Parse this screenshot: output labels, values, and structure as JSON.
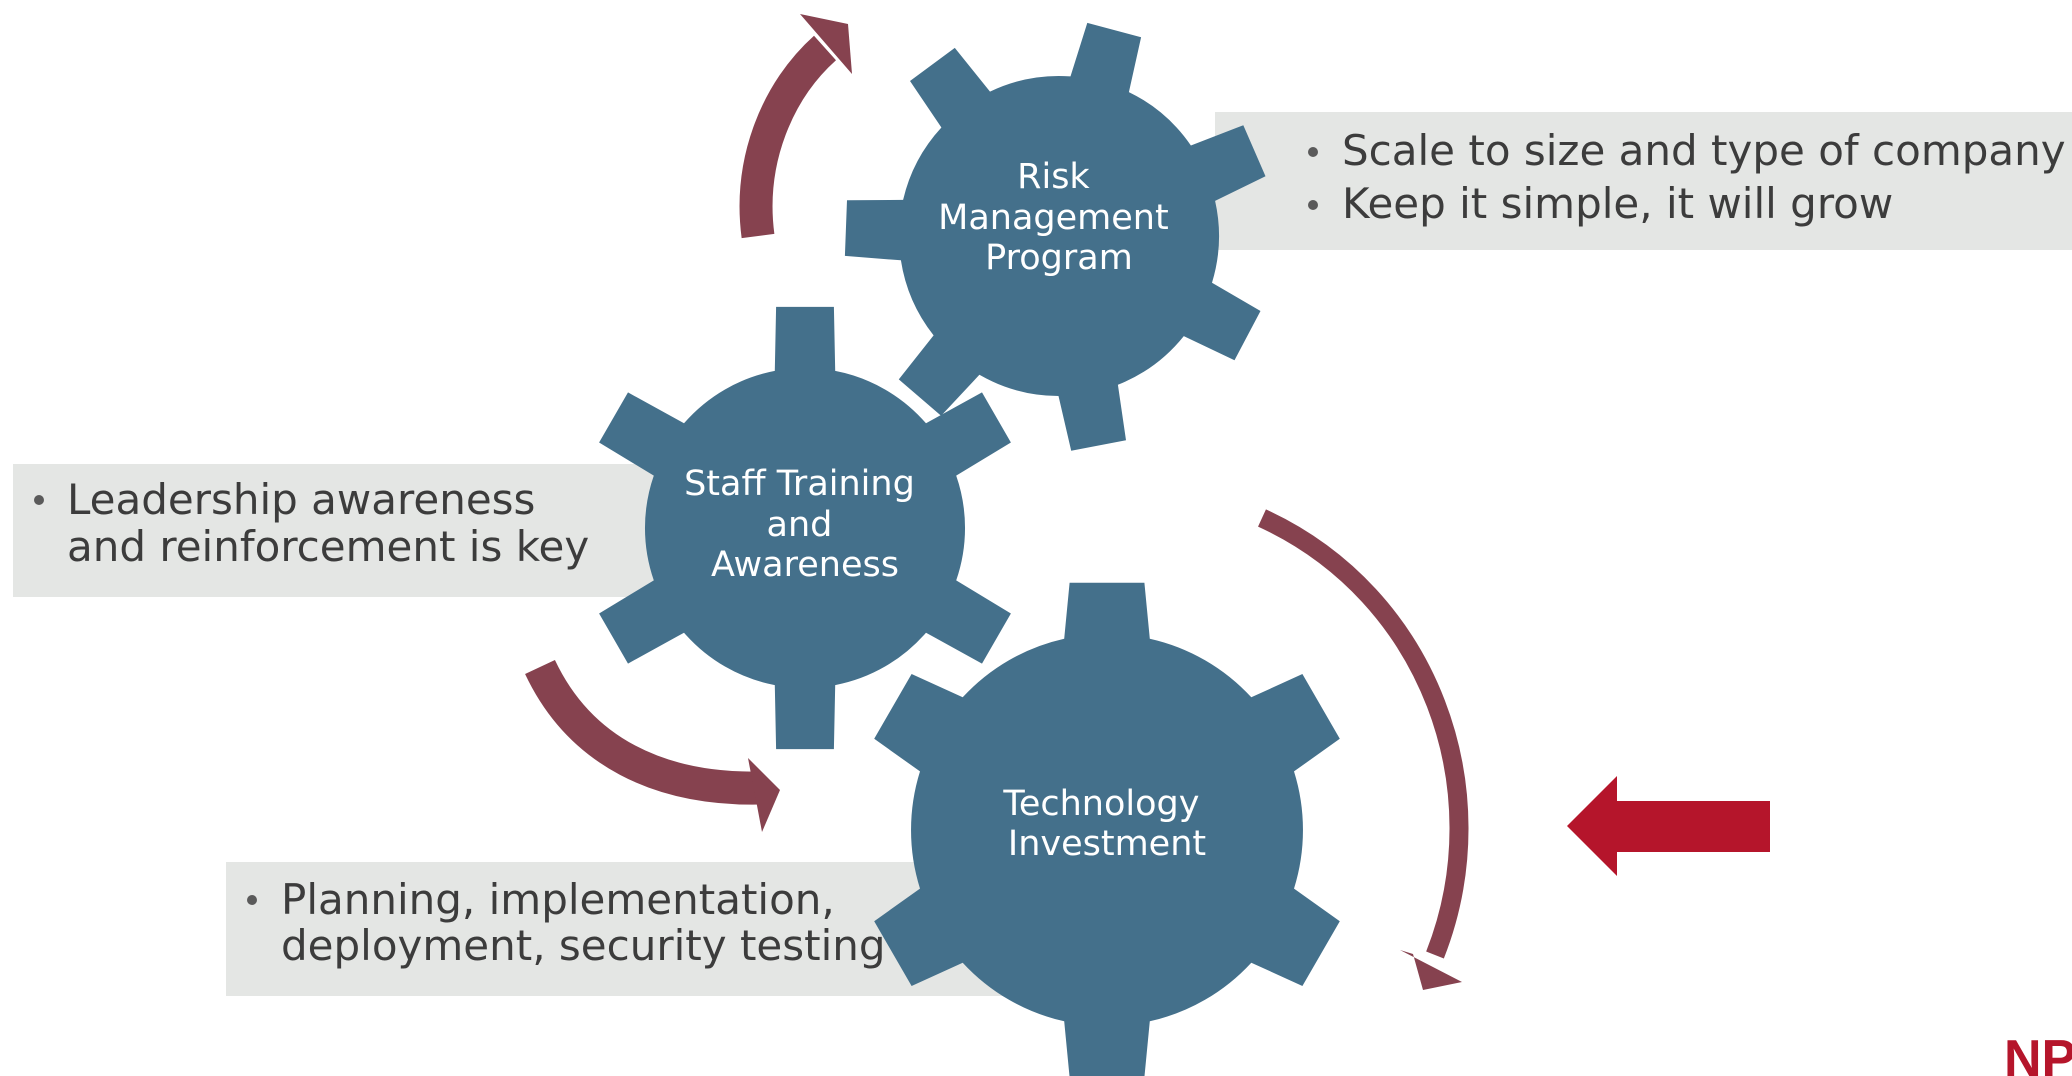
{
  "gears": {
    "risk": {
      "lines": [
        "Risk",
        "Management",
        "Program"
      ]
    },
    "staff": {
      "lines": [
        "Staff Training",
        "and",
        "Awareness"
      ]
    },
    "technology": {
      "lines": [
        "Technology",
        "Investment"
      ]
    }
  },
  "callouts": {
    "risk": {
      "bullets": [
        "Scale to size and type of company",
        "Keep it simple, it will grow"
      ]
    },
    "staff": {
      "bullets": [
        "Leadership awareness",
        "and reinforcement is key"
      ]
    },
    "technology": {
      "bullets": [
        "Planning, implementation,",
        "deployment, security testing"
      ]
    }
  },
  "logo": {
    "text": "NP"
  },
  "colors": {
    "gear": "#44708b",
    "cycle_arrow": "#86424f",
    "pointer_arrow": "#b5152b",
    "callout_bg": "#e4e6e4",
    "text": "#3c3c3c"
  }
}
